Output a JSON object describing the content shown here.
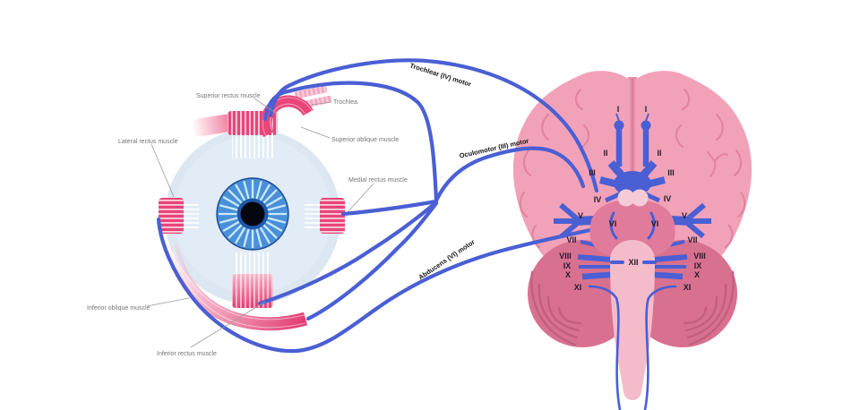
{
  "diagram": {
    "subject": "extraocular muscles and cranial nerves of the brain (inferior view)",
    "background_color": "#ffffff"
  },
  "colors": {
    "nerve_blue": "#4a5fd4",
    "brain_pink": "#f2a2b8",
    "brain_sulci": "#e184a1",
    "midline_pink": "#e78fa9",
    "cerebellum_pink": "#d8718f",
    "cerebellum_ridge": "#c25f7e",
    "pons_pink": "#e07b9c",
    "medulla_pink": "#f4bccb",
    "pituitary_pink": "#f6cbd8",
    "muscle_deep_pink": "#e8457a",
    "muscle_light_pink": "#f3a9c1",
    "eyeball_blue": "#dce7f1",
    "iris_blue": "#4a90d9",
    "iris_inner_blue": "#1d59a8",
    "pupil_black": "#06060f",
    "label_gray": "#757575",
    "numeral_color": "#241a2b"
  },
  "eye": {
    "labels": {
      "superior_rectus": "Superior rectus muscle",
      "trochlea": "Trochlea",
      "lateral_rectus": "Lateral rectus muscle",
      "superior_oblique": "Superior oblique muscle",
      "medial_rectus": "Medial rectus muscle",
      "inferior_oblique": "Inferior oblique muscle",
      "inferior_rectus": "Inferior rectus muscle"
    }
  },
  "nerves": {
    "trochlear": "Trochlear (IV) motor",
    "oculomotor": "Oculomotor (III) motor",
    "abducens": "Abducens (VI) motor"
  },
  "brain": {
    "view": "inferior",
    "numerals": {
      "left": [
        "I",
        "II",
        "III",
        "IV",
        "V",
        "VI",
        "VII",
        "VIII",
        "IX",
        "X",
        "XI"
      ],
      "right": [
        "I",
        "II",
        "III",
        "IV",
        "V",
        "VI",
        "VII",
        "VIII",
        "IX",
        "X",
        "XI"
      ],
      "center": "XII"
    }
  }
}
